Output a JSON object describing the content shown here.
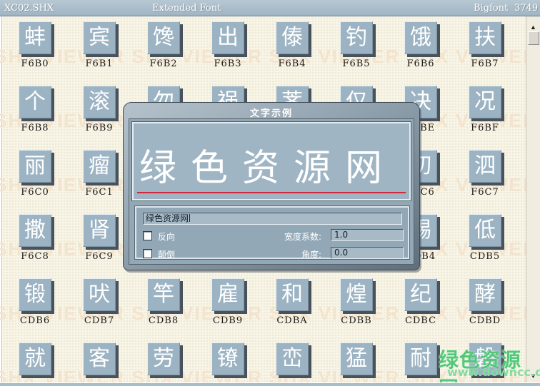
{
  "titlebar": {
    "file_name": "XC02.SHX",
    "font_type": "Extended Font",
    "mode": "Bigfont",
    "count": "3749"
  },
  "grid": {
    "rows": [
      {
        "cells": [
          {
            "char": "蚌",
            "code": "F6B0"
          },
          {
            "char": "宾",
            "code": "F6B1"
          },
          {
            "char": "馋",
            "code": "F6B2"
          },
          {
            "char": "出",
            "code": "F6B3"
          },
          {
            "char": "傣",
            "code": "F6B4"
          },
          {
            "char": "钓",
            "code": "F6B5"
          },
          {
            "char": "饿",
            "code": "F6B6"
          },
          {
            "char": "扶",
            "code": "F6B7"
          }
        ]
      },
      {
        "cells": [
          {
            "char": "个",
            "code": "F6B8"
          },
          {
            "char": "滚",
            "code": "F6B9"
          },
          {
            "char": "勿",
            "code": ""
          },
          {
            "char": "祸",
            "code": ""
          },
          {
            "char": "荠",
            "code": ""
          },
          {
            "char": "仅",
            "code": ""
          },
          {
            "char": "决",
            "code": "F6BE"
          },
          {
            "char": "况",
            "code": "F6BF"
          }
        ]
      },
      {
        "cells": [
          {
            "char": "丽",
            "code": "F6C0"
          },
          {
            "char": "瘤",
            "code": "F6C1"
          },
          {
            "char": "",
            "code": ""
          },
          {
            "char": "",
            "code": ""
          },
          {
            "char": "",
            "code": ""
          },
          {
            "char": "",
            "code": ""
          },
          {
            "char": "切",
            "code": "F6C6"
          },
          {
            "char": "泗",
            "code": "F6C7"
          }
        ]
      },
      {
        "cells": [
          {
            "char": "撒",
            "code": "F6C8"
          },
          {
            "char": "肾",
            "code": "F6C9"
          },
          {
            "char": "",
            "code": ""
          },
          {
            "char": "",
            "code": ""
          },
          {
            "char": "",
            "code": ""
          },
          {
            "char": "",
            "code": ""
          },
          {
            "char": "锡",
            "code": "CDB4"
          },
          {
            "char": "低",
            "code": "CDB5"
          }
        ]
      },
      {
        "cells": [
          {
            "char": "锻",
            "code": "CDB6"
          },
          {
            "char": "吠",
            "code": "CDB7"
          },
          {
            "char": "竿",
            "code": "CDB8"
          },
          {
            "char": "雇",
            "code": "CDB9"
          },
          {
            "char": "和",
            "code": "CDBA"
          },
          {
            "char": "煌",
            "code": "CDBB"
          },
          {
            "char": "纪",
            "code": "CDBC"
          },
          {
            "char": "酵",
            "code": "CDBD"
          }
        ]
      },
      {
        "cells": [
          {
            "char": "就",
            "code": ""
          },
          {
            "char": "客",
            "code": ""
          },
          {
            "char": "劳",
            "code": ""
          },
          {
            "char": "镣",
            "code": ""
          },
          {
            "char": "峦",
            "code": ""
          },
          {
            "char": "猛",
            "code": ""
          },
          {
            "char": "耐",
            "code": ""
          },
          {
            "char": "磐",
            "code": ""
          }
        ]
      }
    ]
  },
  "dialog": {
    "title": "文字示例",
    "preview_text": "绿色资源网",
    "input_value": "绿色资源网",
    "options": [
      {
        "label": "反向",
        "checked": false
      },
      {
        "label": "颠倒",
        "checked": false
      }
    ],
    "fields": {
      "width_factor": {
        "label": "宽度系数:",
        "value": "1.0"
      },
      "angle": {
        "label": "角度:",
        "value": "0.0"
      }
    }
  },
  "watermarks": {
    "tile_text": "SHX VIEWER",
    "green_title": "绿色资源网",
    "green_url": "www.downcc.com"
  },
  "scrollbar": {
    "up_arrow": "▲",
    "down_arrow": "▼"
  },
  "colors": {
    "topbar_bg": "#a9bdca",
    "page_bg": "#f8f5e6",
    "button_face": "#9cb3c3",
    "button_shadow": "#47525c",
    "dialog_body": "#93a8b6",
    "underline_red": "#cf2b3d",
    "watermark_tan": "#f4e3cd",
    "watermark_green": "#52c878"
  }
}
